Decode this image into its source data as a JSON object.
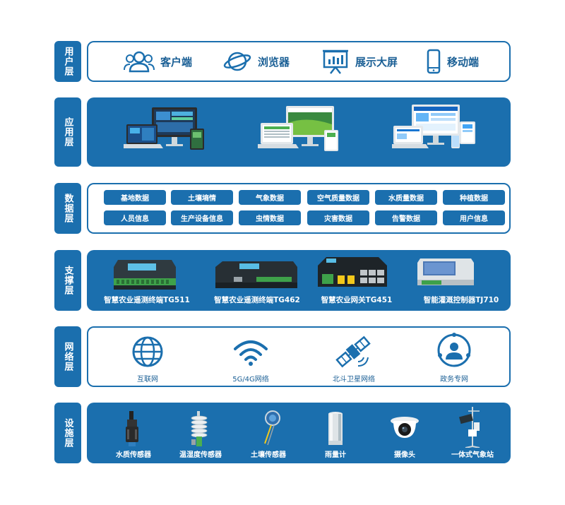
{
  "layers": {
    "user": {
      "tag": "用户层",
      "items": [
        {
          "label": "客户端",
          "icon": "users-icon"
        },
        {
          "label": "浏览器",
          "icon": "planet-icon"
        },
        {
          "label": "展示大屏",
          "icon": "presentation-icon"
        },
        {
          "label": "移动端",
          "icon": "mobile-icon"
        }
      ]
    },
    "application": {
      "tag": "应用层"
    },
    "data": {
      "tag": "数据层",
      "chips": [
        "基地数据",
        "土壤墒情",
        "气象数据",
        "空气质量数据",
        "水质量数据",
        "种植数据",
        "人员信息",
        "生产设备信息",
        "虫情数据",
        "灾害数据",
        "告警数据",
        "用户信息"
      ]
    },
    "support": {
      "tag": "支撑层",
      "devices": [
        "智慧农业遥测终端TG511",
        "智慧农业遥测终端TG462",
        "智慧农业网关TG451",
        "智能灌溉控制器TJ710"
      ]
    },
    "network": {
      "tag": "网络层",
      "items": [
        "互联网",
        "5G/4G网络",
        "北斗卫星网络",
        "政务专网"
      ]
    },
    "facility": {
      "tag": "设施层",
      "items": [
        "水质传感器",
        "温湿度传感器",
        "土壤传感器",
        "雨量计",
        "摄像头",
        "一体式气象站"
      ]
    }
  },
  "colors": {
    "primary": "#1b6fae",
    "text": "#1a5f95"
  }
}
